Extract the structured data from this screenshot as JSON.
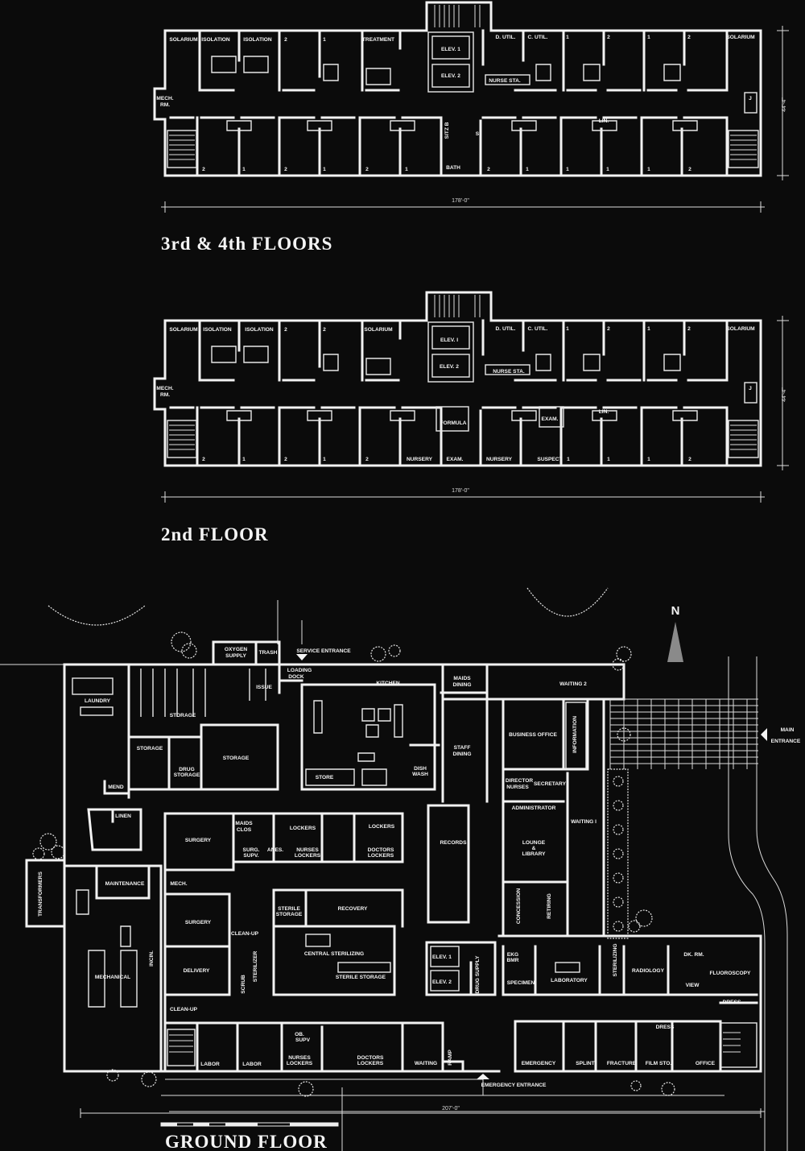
{
  "floor_3_4": {
    "title": "3rd & 4th FLOORS",
    "length_dim": "178'-0\"",
    "width_dim": "44'-4\"",
    "labels": [
      "SOLARIUM",
      "ISOLATION",
      "ISOLATION",
      "2",
      "1",
      "TREATMENT",
      "ELEV. 1",
      "ELEV. 2",
      "D. UTIL.",
      "C. UTIL.",
      "1",
      "2",
      "1",
      "2",
      "SOLARIUM",
      "NURSE STA.",
      "MECH.",
      "RM.",
      "J",
      "2",
      "1",
      "2",
      "1",
      "2",
      "1",
      "BATH",
      "SITZ B",
      "S",
      "2",
      "1",
      "1",
      "LIN.",
      "1",
      "1",
      "2"
    ]
  },
  "floor_2": {
    "title": "2nd FLOOR",
    "length_dim": "178'-0\"",
    "width_dim": "44'-4\"",
    "labels": [
      "SOLARIUM",
      "ISOLATION",
      "ISOLATION",
      "2",
      "2",
      "SOLARIUM",
      "ELEV. I",
      "ELEV. 2",
      "D. UTIL.",
      "C. UTIL.",
      "1",
      "2",
      "1",
      "2",
      "SOLARIUM",
      "NURSE STA.",
      "MECH.",
      "RM.",
      "J",
      "2",
      "1",
      "2",
      "1",
      "2",
      "NURSERY",
      "EXAM.",
      "FORMULA",
      "NURSERY",
      "SUSPECT",
      "EXAM.",
      "1",
      "LIN.",
      "1",
      "1",
      "2"
    ]
  },
  "ground_floor": {
    "title": "GROUND FLOOR",
    "length_dim": "207'-0\"",
    "north": "N",
    "labels": [
      "OXYGEN",
      "SUPPLY",
      "TRASH",
      "SERVICE  ENTRANCE",
      "LOADING",
      "DOCK",
      "KITCHEN",
      "MAIDS",
      "DINING",
      "WAITING 2",
      "LAUNDRY",
      "ISSUE",
      "STORAGE",
      "STORAGE",
      "DRUG",
      "STORAGE",
      "STORAGE",
      "STORE",
      "DISH",
      "WASH",
      "STAFF",
      "DINING",
      "BUSINESS  OFFICE",
      "INFORMATION",
      "MAIN",
      "ENTRANCE",
      "MEND",
      "LINEN",
      "DIRECTOR",
      "NURSES",
      "SECRETARY",
      "ADMINISTRATOR",
      "SURGERY",
      "MAIDS",
      "CLOS",
      "LOCKERS",
      "LOCKERS",
      "SURG.",
      "SUPV.",
      "ANES.",
      "NURSES",
      "LOCKERS",
      "DOCTORS",
      "LOCKERS",
      "RECORDS",
      "WAITING I",
      "LOUNGE",
      "&",
      "LIBRARY",
      "TRANSFORMERS",
      "MAINTENANCE",
      "MECH.",
      "SURGERY",
      "STERILE",
      "STORAGE",
      "RECOVERY",
      "CONCESSION",
      "RETIRING",
      "CLEAN-UP",
      "CENTRAL  STERILIZING",
      "ELEV. 1",
      "EKG",
      "BMR",
      "LABORATORY",
      "STERILIZING",
      "RADIOLOGY",
      "DK. RM.",
      "FLUOROSCOPY",
      "VIEW",
      "SCRUB",
      "STERILIZER",
      "DELIVERY",
      "STERILE  STORAGE",
      "ELEV. 2",
      "DRUG SUPPLY",
      "SPECIMEN",
      "MECHANICAL",
      "INCIN.",
      "DRESS",
      "CLEAN-UP",
      "DRESS",
      "OB.",
      "SUPV",
      "LABOR",
      "LABOR",
      "NURSES",
      "LOCKERS",
      "DOCTORS",
      "LOCKERS",
      "WAITING",
      "RAMP",
      "EMERGENCY",
      "SPLINT",
      "FRACTURE",
      "FILM  STO.",
      "OFFICE",
      "EMERGENCY  ENTRANCE"
    ]
  }
}
